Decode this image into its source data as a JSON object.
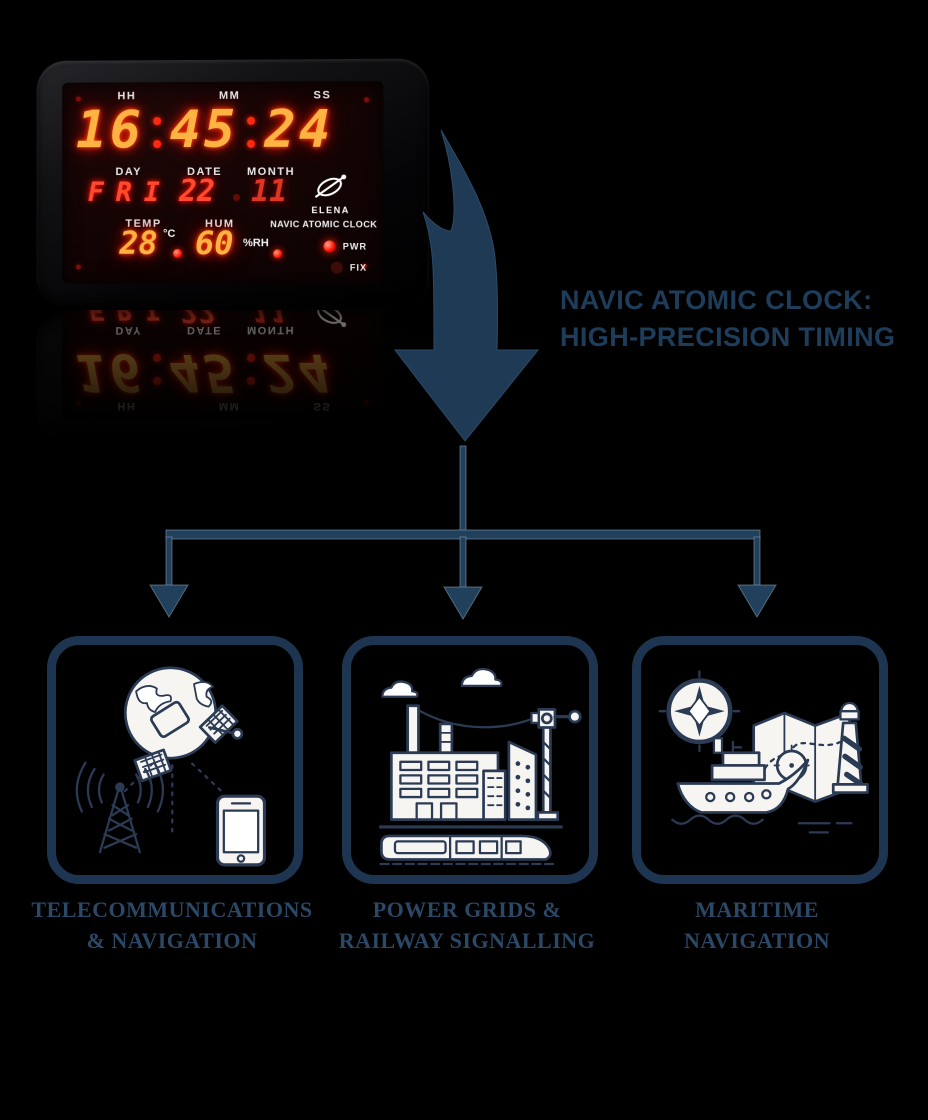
{
  "clock": {
    "labels": {
      "hh": "HH",
      "mm": "MM",
      "ss": "SS",
      "day": "DAY",
      "date": "DATE",
      "month": "MONTH",
      "temp": "TEMP",
      "hum": "HUM"
    },
    "time": {
      "hh": "16",
      "mm": "45",
      "ss": "24"
    },
    "day": "FRI",
    "date": "22",
    "month": "11",
    "temp": "28",
    "temp_unit": "°C",
    "hum": "60",
    "hum_unit": "%RH",
    "brand": "ELENA",
    "model": "NAVIC ATOMIC CLOCK",
    "led_pwr": "PWR",
    "led_fix": "FIX"
  },
  "headline": {
    "line1": "NAVIC ATOMIC CLOCK:",
    "line2": "HIGH-PRECISION TIMING"
  },
  "applications": [
    {
      "icon": "telecom-navigation-icon",
      "label_line1": "TELECOMMUNICATIONS",
      "label_line2": "& NAVIGATION"
    },
    {
      "icon": "power-grid-railway-icon",
      "label_line1": "POWER GRIDS &",
      "label_line2": "RAILWAY SIGNALLING"
    },
    {
      "icon": "maritime-navigation-icon",
      "label_line1": "MARITIME",
      "label_line2": "NAVIGATION"
    }
  ],
  "colors": {
    "background": "#000000",
    "navy_arrow": "#1f3a55",
    "box_border": "#1d3550",
    "headline_text": "#1e3d5b",
    "label_text": "#2b4866",
    "led_amber": "#ffb343",
    "led_red": "#ff2a10",
    "icon_fill": "#f6f5f2",
    "icon_stroke": "#2b3b54"
  }
}
